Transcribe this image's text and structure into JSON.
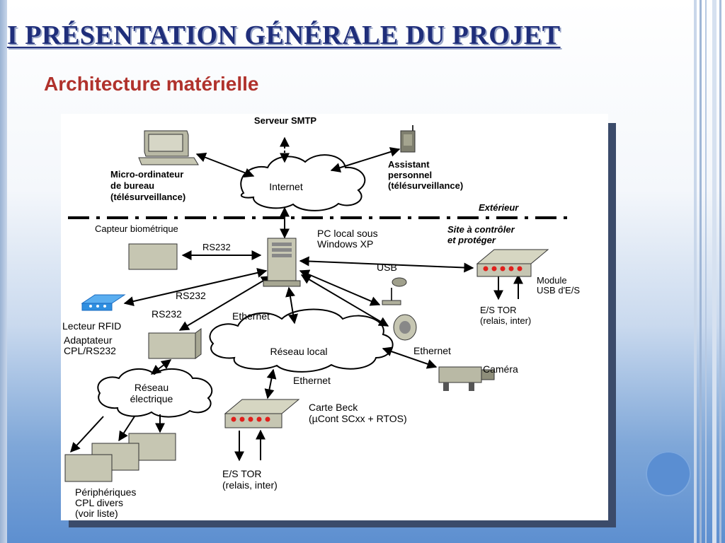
{
  "slide": {
    "title": "I PRÉSENTATION GÉNÉRALE DU PROJET",
    "subtitle": "Architecture matérielle"
  },
  "colors": {
    "title": "#1f2e7a",
    "subtitle": "#b0322c",
    "accent_circle": "#5a8ed2",
    "rfid_blue": "#2f8fe0",
    "led_red": "#e0201c"
  },
  "diagram": {
    "smtp": "Serveur SMTP",
    "internet": "Internet",
    "desktop": [
      "Micro-ordinateur",
      "de bureau",
      "(télésurveillance)"
    ],
    "pda": [
      "Assistant",
      "personnel",
      "(télésurveillance)"
    ],
    "exterieur": "Extérieur",
    "site": [
      "Site à contrôler",
      "et protéger"
    ],
    "capteur": "Capteur biométrique",
    "rs232_a": "RS232",
    "pc_local": [
      "PC local sous",
      "Windows XP"
    ],
    "usb": "USB",
    "module": [
      "Module",
      "USB d'E/S"
    ],
    "es_tor_right": [
      "E/S TOR",
      "(relais, inter)"
    ],
    "rs232_b": "RS232",
    "rs232_c": "RS232",
    "ethernet_top": "Ethernet",
    "rfid": "Lecteur RFID",
    "adaptateur": [
      "Adaptateur",
      "CPL/RS232"
    ],
    "reseau_local": "Réseau local",
    "ethernet_right": "Ethernet",
    "camera": "Caméra",
    "reseau_elec": [
      "Réseau",
      "électrique"
    ],
    "ethernet_bottom": "Ethernet",
    "carte_beck": [
      "Carte Beck",
      "(µCont SCxx + RTOS)"
    ],
    "es_tor_bottom": [
      "E/S TOR",
      "(relais, inter)"
    ],
    "peripheriques": [
      "Périphériques",
      "CPL divers",
      "(voir liste)"
    ]
  }
}
